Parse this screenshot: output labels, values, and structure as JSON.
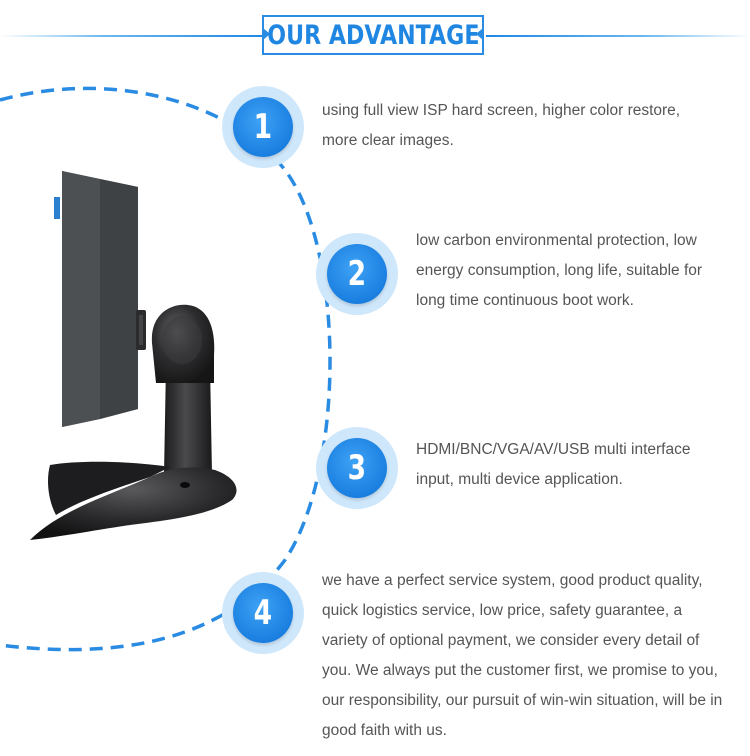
{
  "header": {
    "title": "OUR ADVANTAGE"
  },
  "colors": {
    "accent": "#1f86e2",
    "badge_ring": "#cfe7fb",
    "text": "#555555"
  },
  "advantages": [
    {
      "number": "1",
      "text": "using full view ISP hard screen, higher color restore, more clear images."
    },
    {
      "number": "2",
      "text": "low carbon environmental protection, low energy consumption, long life, suitable for long time continuous boot work."
    },
    {
      "number": "3",
      "text": "HDMI/BNC/VGA/AV/USB multi interface input, multi device application."
    },
    {
      "number": "4",
      "text": "we have a perfect service system, good product quality, quick logistics service, low price, safety guarantee, a variety of optional payment, we consider every detail of you. We always put the customer first, we promise to you, our responsibility, our pursuit of win-win situation, will be in good faith with us."
    }
  ],
  "product": {
    "icon": "monitor-on-stand-image"
  }
}
